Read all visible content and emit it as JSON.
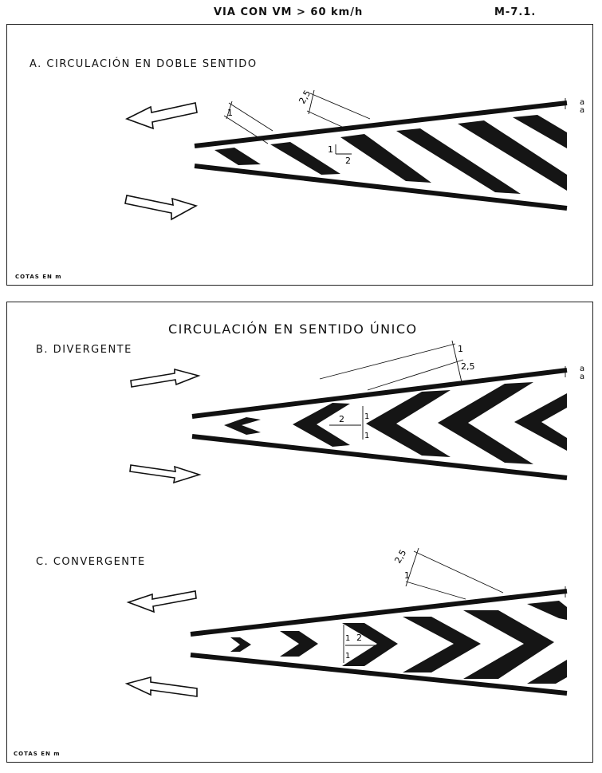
{
  "header": {
    "title": "VIA CON VM > 60 km/h",
    "code": "M-7.1."
  },
  "panel_a": {
    "label": "A.   CIRCULACIÓN  EN DOBLE SENTIDO",
    "cotas": "COTAS EN m",
    "dim_width": "1",
    "dim_gap": "2,5",
    "dim_rise": "1",
    "dim_run": "2",
    "edge_a1": "a",
    "edge_a2": "a"
  },
  "panel_bc": {
    "title": "CIRCULACIÓN  EN  SENTIDO  ÚNICO",
    "label_b": "B.   DIVERGENTE",
    "label_c": "C.   CONVERGENTE",
    "cotas": "COTAS EN m",
    "b_dim_width": "1",
    "b_dim_gap": "2,5",
    "b_dim_run": "2",
    "b_dim_h1": "1",
    "b_dim_h2": "1",
    "c_dim_gap": "2,5",
    "c_dim_width": "1",
    "c_dim_run": "2",
    "c_dim_h1": "1",
    "c_dim_h2": "1",
    "edge_a1": "a",
    "edge_a2": "a"
  },
  "colors": {
    "ink": "#111111",
    "paper": "#ffffff"
  }
}
